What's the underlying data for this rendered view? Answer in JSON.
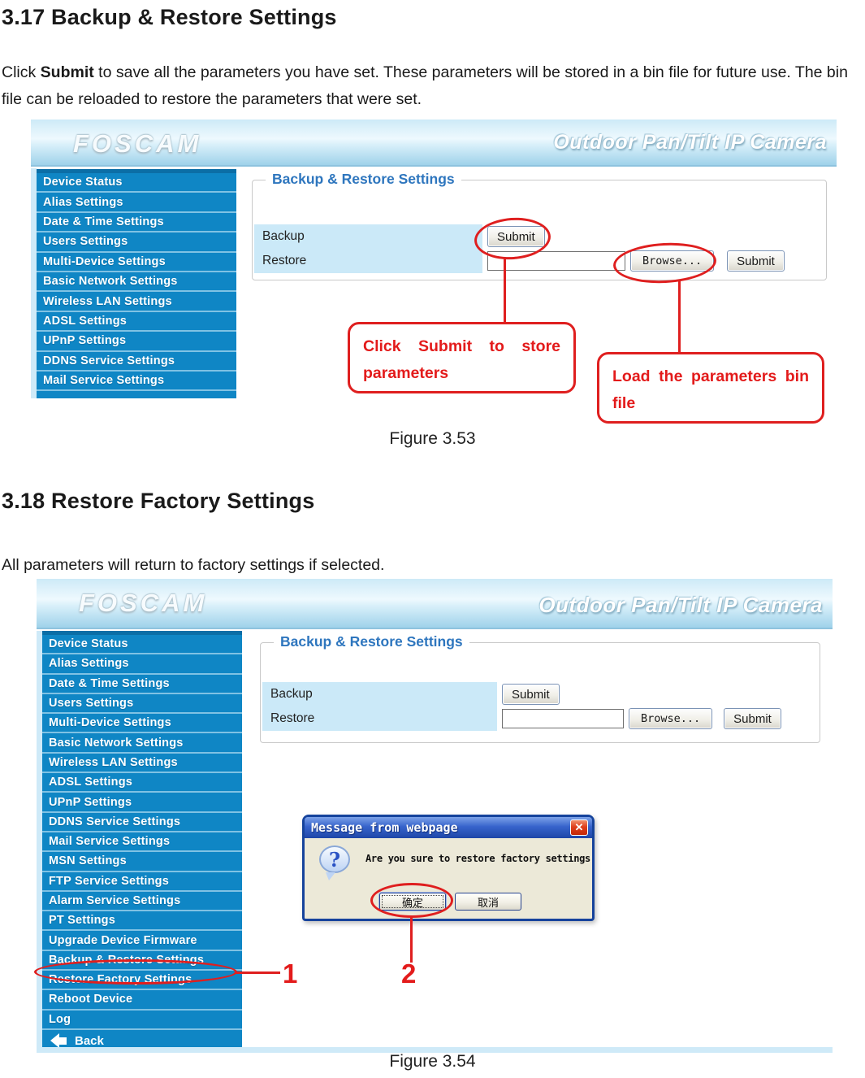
{
  "page": {
    "section1": {
      "heading": "3.17 Backup & Restore Settings",
      "para_pre": "Click ",
      "para_bold": "Submit",
      "para_post": " to save all the parameters you have set. These parameters will be stored in a bin file for future use. The bin file can be reloaded to restore the parameters that were set.",
      "figure_caption": "Figure 3.53"
    },
    "section2": {
      "heading": "3.18 Restore Factory Settings",
      "para": "All parameters will return to factory settings if selected.",
      "figure_caption": "Figure 3.54"
    }
  },
  "camera_ui": {
    "brand": "FOSCAM",
    "header_title": "Outdoor Pan/Tilt IP Camera",
    "panel_legend": "Backup & Restore Settings",
    "backup_label": "Backup",
    "restore_label": "Restore",
    "submit_label": "Submit",
    "browse_label": "Browse...",
    "restore_input_value": "",
    "sidebar_short": [
      "Device Status",
      "Alias Settings",
      "Date & Time Settings",
      "Users Settings",
      "Multi-Device Settings",
      "Basic Network Settings",
      "Wireless LAN Settings",
      "ADSL Settings",
      "UPnP Settings",
      "DDNS Service Settings",
      "Mail Service Settings"
    ],
    "sidebar_full": [
      "Device Status",
      "Alias Settings",
      "Date & Time Settings",
      "Users Settings",
      "Multi-Device Settings",
      "Basic Network Settings",
      "Wireless LAN Settings",
      "ADSL Settings",
      "UPnP Settings",
      "DDNS Service Settings",
      "Mail Service Settings",
      "MSN Settings",
      "FTP Service Settings",
      "Alarm Service Settings",
      "PT Settings",
      "Upgrade Device Firmware",
      "Backup & Restore Settings",
      "Restore Factory Settings",
      "Reboot Device",
      "Log"
    ],
    "back_label": "Back"
  },
  "annotations": {
    "callout_submit": "Click Submit to store parameters",
    "callout_browse": "Load the parameters bin file",
    "step1": "1",
    "step2": "2"
  },
  "dialog": {
    "title": "Message from webpage",
    "message": "Are you sure to restore factory settings",
    "ok_label": "确定",
    "cancel_label": "取消",
    "close_glyph": "✕"
  },
  "colors": {
    "sidebar_blue": "#0F86C5",
    "row_highlight": "#CBE9F8",
    "legend_blue": "#2E76BE",
    "annotation_red": "#DF1F1F",
    "dialog_titlebar_blue": "#2C58C0",
    "dialog_body": "#ECE9D8"
  }
}
